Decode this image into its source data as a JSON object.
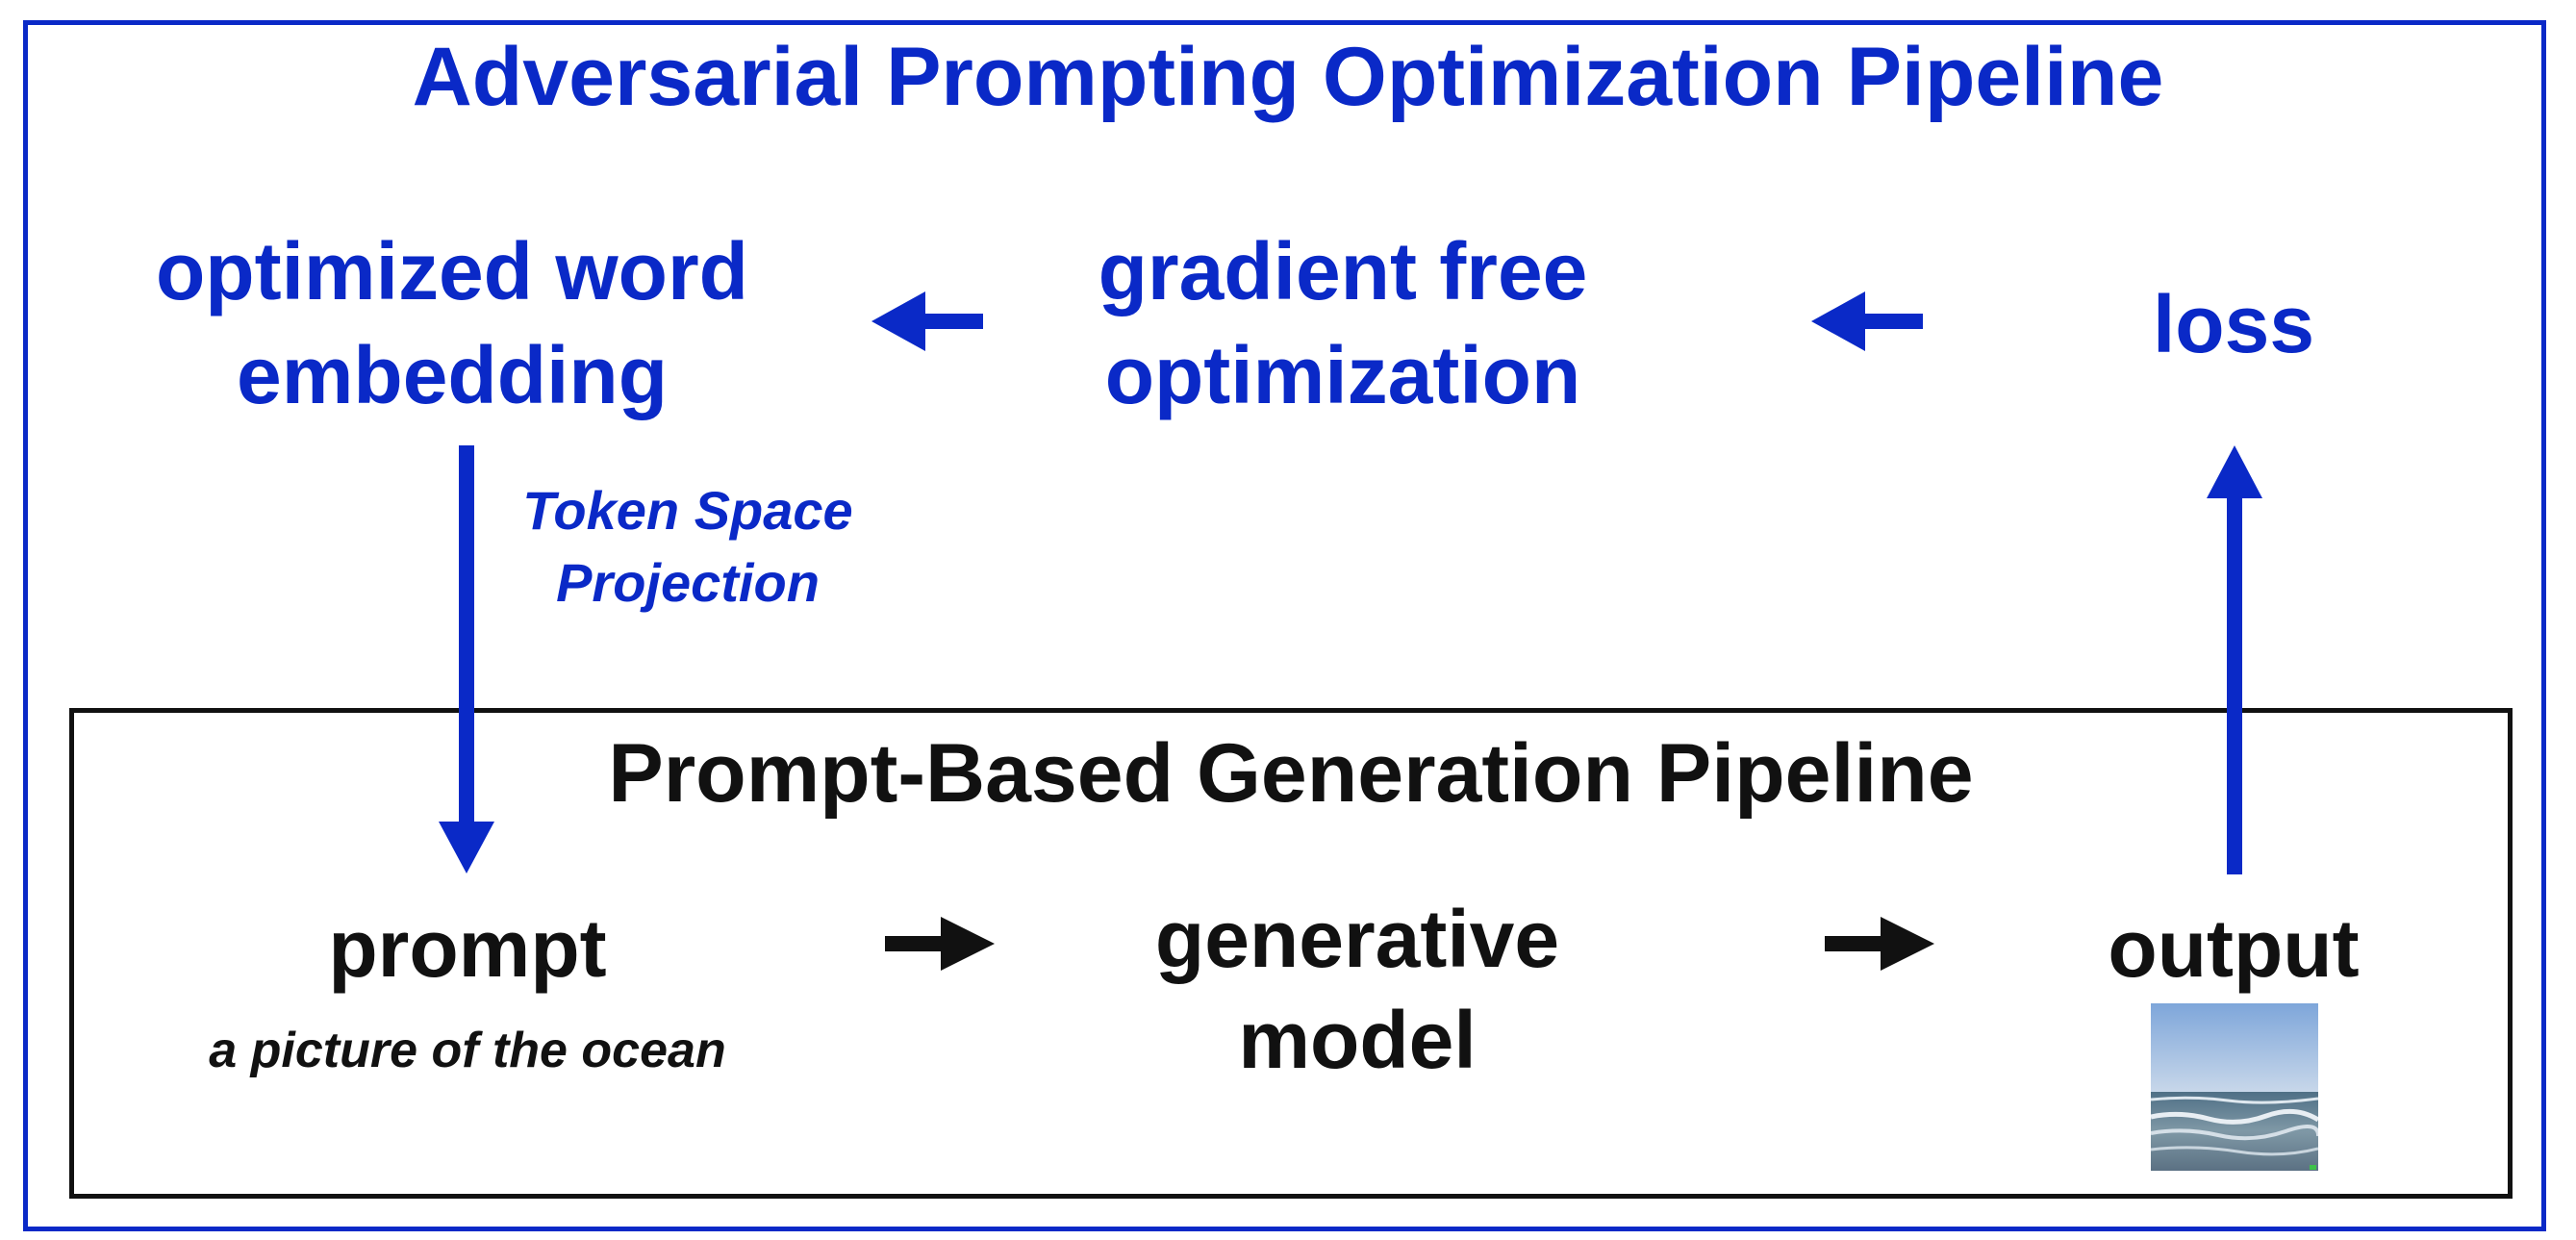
{
  "diagram": {
    "outer_title": "Adversarial Prompting Optimization Pipeline",
    "inner_title": "Prompt-Based Generation Pipeline",
    "nodes": {
      "optimized_word_embedding": "optimized word\nembedding",
      "gradient_free_optimization": "gradient free\noptimization",
      "loss": "loss",
      "prompt": "prompt",
      "prompt_example": "a picture of the ocean",
      "generative_model": "generative\nmodel",
      "output": "output"
    },
    "edge_labels": {
      "token_space_projection": "Token Space\nProjection"
    },
    "colors": {
      "adversarial": "#0a29c7",
      "generation": "#111111"
    }
  }
}
